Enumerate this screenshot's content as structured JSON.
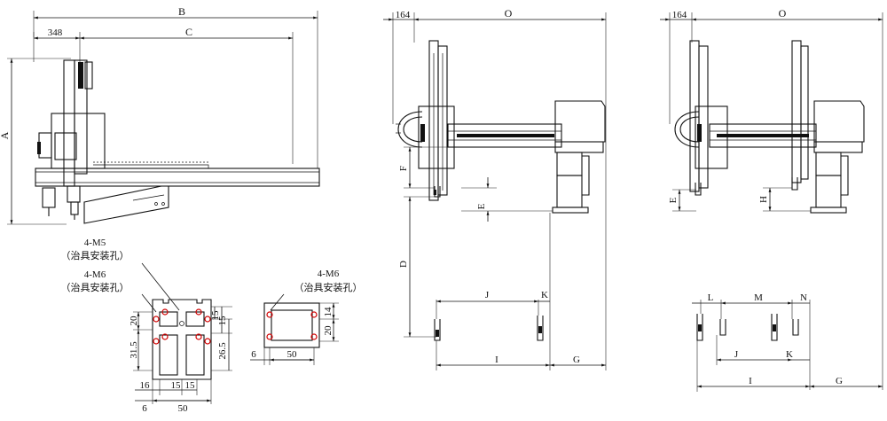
{
  "side_view": {
    "dim_B": "B",
    "dim_348": "348",
    "dim_C": "C",
    "dim_A": "A"
  },
  "plate_left": {
    "note1_title": "4-M5",
    "note1_sub": "（治具安装孔）",
    "note2_title": "4-M6",
    "note2_sub": "（治具安装孔）",
    "dim_20": "20",
    "dim_31_5": "31.5",
    "dim_15a": "15",
    "dim_15b": "15",
    "dim_26_5": "26.5",
    "dim_16": "16",
    "dim_15c": "15",
    "dim_15d": "15",
    "dim_6": "6",
    "dim_50": "50"
  },
  "plate_right": {
    "note_title": "4-M6",
    "note_sub": "（治具安装孔）",
    "dim_14": "14",
    "dim_20": "20",
    "dim_6": "6",
    "dim_50": "50"
  },
  "front_view_1": {
    "dim_164": "164",
    "dim_O": "O",
    "dim_F": "F",
    "dim_E": "E",
    "dim_D": "D",
    "dim_J": "J",
    "dim_K": "K",
    "dim_I": "I",
    "dim_G": "G"
  },
  "front_view_2": {
    "dim_164": "164",
    "dim_O": "O",
    "dim_E": "E",
    "dim_H": "H",
    "dim_L": "L",
    "dim_M": "M",
    "dim_N": "N",
    "dim_J": "J",
    "dim_K": "K",
    "dim_I": "I",
    "dim_G": "G"
  }
}
